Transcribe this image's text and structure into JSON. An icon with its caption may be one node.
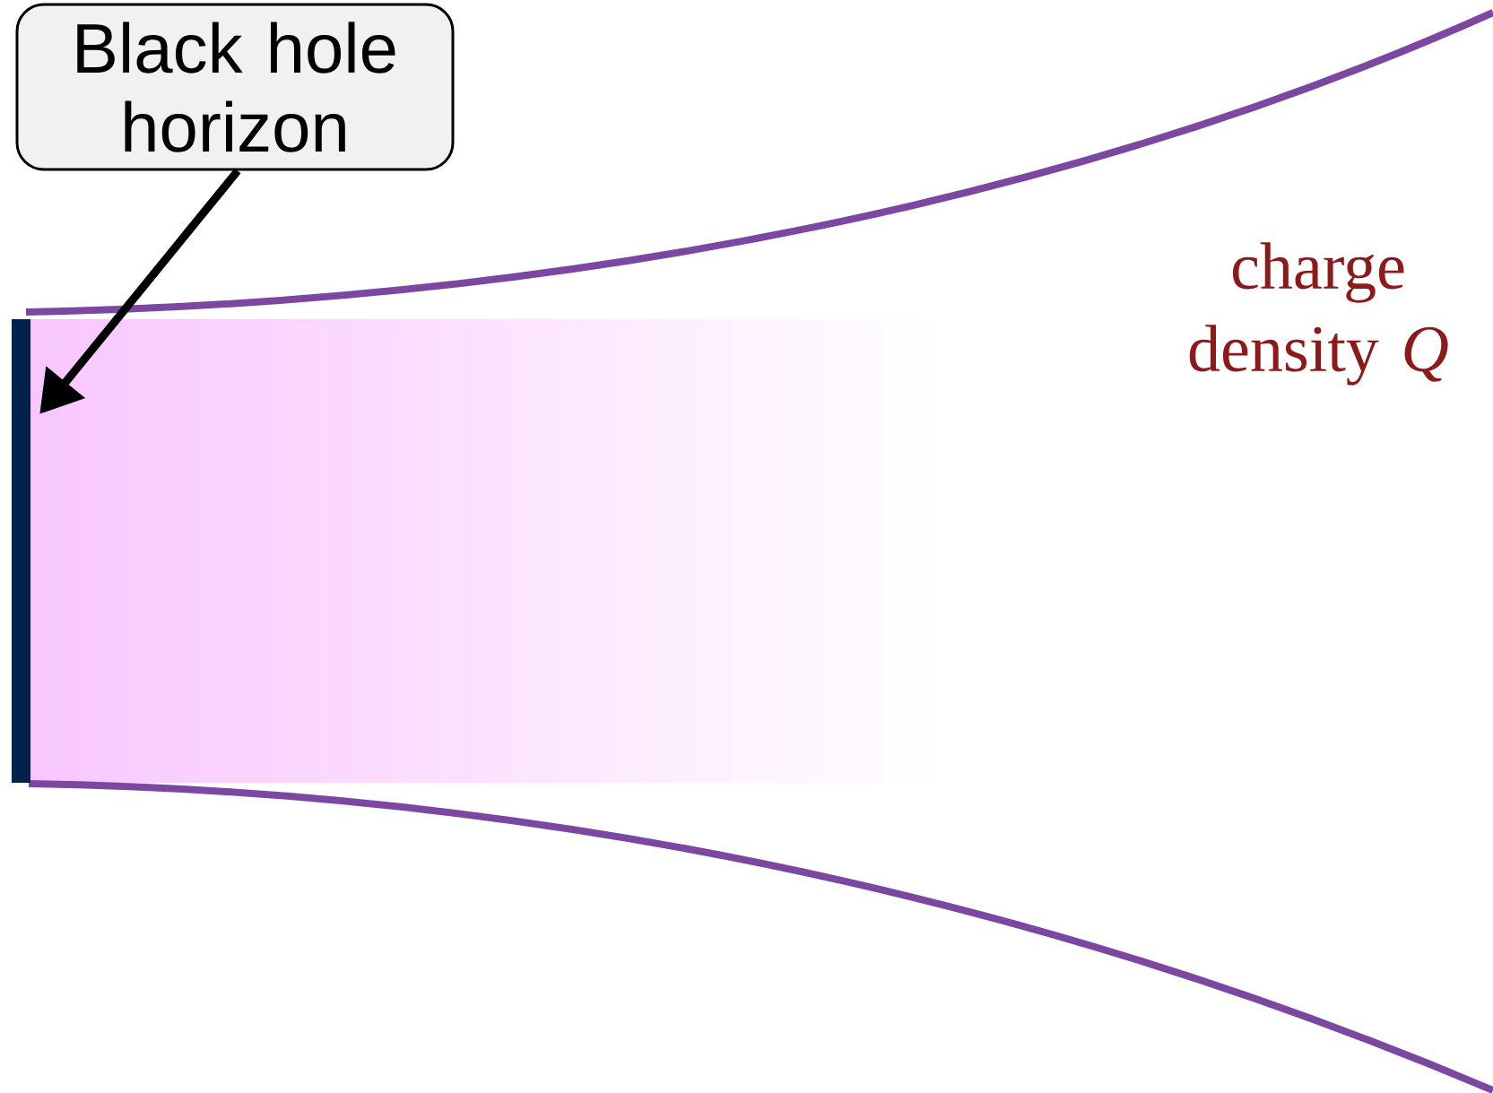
{
  "diagram": {
    "nodes": [
      {
        "text": [
          "Black hole horizon"
        ]
      },
      {
        "text": [],
        "shape": "bar"
      }
    ],
    "edges": [
      {
        "from": 0,
        "to": 1,
        "arrow": "to"
      }
    ],
    "labels": [
      "charge density *Q*"
    ]
  }
}
